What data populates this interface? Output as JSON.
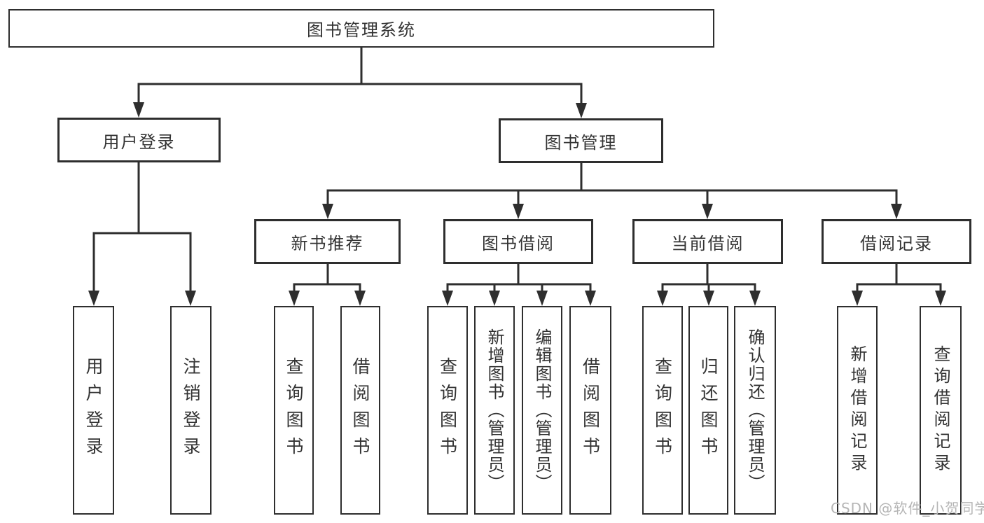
{
  "tree": {
    "label": "图书管理系统",
    "children": [
      {
        "label": "用户登录",
        "children": [
          {
            "label": "用户登录"
          },
          {
            "label": "注销登录"
          }
        ]
      },
      {
        "label": "图书管理",
        "children": [
          {
            "label": "新书推荐",
            "children": [
              {
                "label": "查询图书"
              },
              {
                "label": "借阅图书"
              }
            ]
          },
          {
            "label": "图书借阅",
            "children": [
              {
                "label": "查询图书"
              },
              {
                "label": "新增图书（管理员）"
              },
              {
                "label": "编辑图书（管理员）"
              },
              {
                "label": "借阅图书"
              }
            ]
          },
          {
            "label": "当前借阅",
            "children": [
              {
                "label": "查询图书"
              },
              {
                "label": "归还图书"
              },
              {
                "label": "确认归还（管理员）"
              }
            ]
          },
          {
            "label": "借阅记录",
            "children": [
              {
                "label": "新增借阅记录"
              },
              {
                "label": "查询借阅记录"
              }
            ]
          }
        ]
      }
    ]
  },
  "watermark": {
    "text": "CSDN @软件_小贺同学"
  },
  "colors": {
    "line": "#2e2e2e",
    "text": "#333333",
    "watermark": "#b5b5b5",
    "background": "#ffffff"
  }
}
